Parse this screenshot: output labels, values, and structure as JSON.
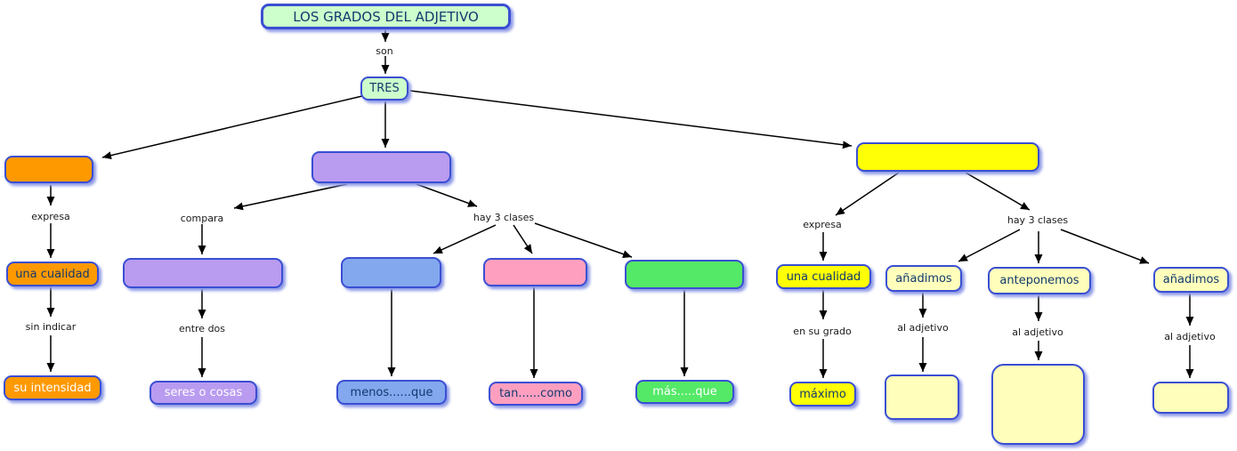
{
  "diagram": {
    "type": "concept-map",
    "topic": "LOS GRADOS DEL ADJETIVO"
  },
  "nodes": {
    "title": {
      "label": "LOS GRADOS DEL ADJETIVO",
      "color": "#ccffcc"
    },
    "tres": {
      "label": "TRES",
      "color": "#ccffcc"
    },
    "grado1": {
      "label": "",
      "color": "#ff9900"
    },
    "grado1_cualidad": {
      "label": "una cualidad",
      "color": "#ff9900"
    },
    "grado1_intensidad": {
      "label": "su intensidad",
      "color": "#ff9900"
    },
    "grado2": {
      "label": "",
      "color": "#b99bf0"
    },
    "grado2_box": {
      "label": "",
      "color": "#b99bf0"
    },
    "grado2_seres": {
      "label": "seres o cosas",
      "color": "#b99bf0"
    },
    "clase_menos_box": {
      "label": "",
      "color": "#83a8ee"
    },
    "clase_menos": {
      "label": "menos......que",
      "color": "#83a8ee"
    },
    "clase_tan_box": {
      "label": "",
      "color": "#ff9fc0"
    },
    "clase_tan": {
      "label": "tan......como",
      "color": "#ff9fc0"
    },
    "clase_mas_box": {
      "label": "",
      "color": "#54e966"
    },
    "clase_mas": {
      "label": "más.....que",
      "color": "#54e966"
    },
    "grado3": {
      "label": "",
      "color": "#ffff05"
    },
    "grado3_cualidad": {
      "label": "una cualidad",
      "color": "#ffff05"
    },
    "grado3_maximo": {
      "label": "máximo",
      "color": "#ffff05"
    },
    "sup_anadimos1": {
      "label": "añadimos",
      "color": "#ffffbb"
    },
    "sup_anadimos1_box": {
      "label": "",
      "color": "#ffffbb"
    },
    "sup_anteponemos": {
      "label": "anteponemos",
      "color": "#ffffbb"
    },
    "sup_anteponemos_box": {
      "label": "",
      "color": "#ffffbb"
    },
    "sup_anadimos2": {
      "label": "añadimos",
      "color": "#ffffbb"
    },
    "sup_anadimos2_box": {
      "label": "",
      "color": "#ffffbb"
    }
  },
  "linking_phrases": {
    "son": "son",
    "expresa_izq": "expresa",
    "sin_indicar": "sin indicar",
    "compara": "compara",
    "entre_dos": "entre dos",
    "hay_3_clases_izq": "hay 3 clases",
    "expresa_der": "expresa",
    "en_su_grado": "en su grado",
    "hay_3_clases_der": "hay 3 clases",
    "al_adjetivo_1": "al adjetivo",
    "al_adjetivo_2": "al adjetivo",
    "al_adjetivo_3": "al adjetivo"
  },
  "edges": [
    {
      "from": "title",
      "label": "son",
      "to": "tres"
    },
    {
      "from": "tres",
      "label": "",
      "to": "grado1"
    },
    {
      "from": "tres",
      "label": "",
      "to": "grado2"
    },
    {
      "from": "tres",
      "label": "",
      "to": "grado3"
    },
    {
      "from": "grado1",
      "label": "expresa",
      "to": "grado1_cualidad"
    },
    {
      "from": "grado1_cualidad",
      "label": "sin indicar",
      "to": "grado1_intensidad"
    },
    {
      "from": "grado2",
      "label": "compara",
      "to": "grado2_box"
    },
    {
      "from": "grado2_box",
      "label": "entre dos",
      "to": "grado2_seres"
    },
    {
      "from": "grado2",
      "label": "hay 3 clases",
      "to": "clase_menos_box"
    },
    {
      "from": "grado2",
      "label": "hay 3 clases",
      "to": "clase_tan_box"
    },
    {
      "from": "grado2",
      "label": "hay 3 clases",
      "to": "clase_mas_box"
    },
    {
      "from": "clase_menos_box",
      "label": "",
      "to": "clase_menos"
    },
    {
      "from": "clase_tan_box",
      "label": "",
      "to": "clase_tan"
    },
    {
      "from": "clase_mas_box",
      "label": "",
      "to": "clase_mas"
    },
    {
      "from": "grado3",
      "label": "expresa",
      "to": "grado3_cualidad"
    },
    {
      "from": "grado3_cualidad",
      "label": "en su grado",
      "to": "grado3_maximo"
    },
    {
      "from": "grado3",
      "label": "hay 3 clases",
      "to": "sup_anadimos1"
    },
    {
      "from": "grado3",
      "label": "hay 3 clases",
      "to": "sup_anteponemos"
    },
    {
      "from": "grado3",
      "label": "hay 3 clases",
      "to": "sup_anadimos2"
    },
    {
      "from": "sup_anadimos1",
      "label": "al adjetivo",
      "to": "sup_anadimos1_box"
    },
    {
      "from": "sup_anteponemos",
      "label": "al adjetivo",
      "to": "sup_anteponemos_box"
    },
    {
      "from": "sup_anadimos2",
      "label": "al adjetivo",
      "to": "sup_anadimos2_box"
    }
  ],
  "colors": {
    "border": "#3a4fd2",
    "shadow": "#8d99e6",
    "arrow": "#000000",
    "text_dark": "#123a6e",
    "text_light": "#ffffff",
    "phrase_text": "#1a1a1a",
    "background": "#ffffff"
  }
}
